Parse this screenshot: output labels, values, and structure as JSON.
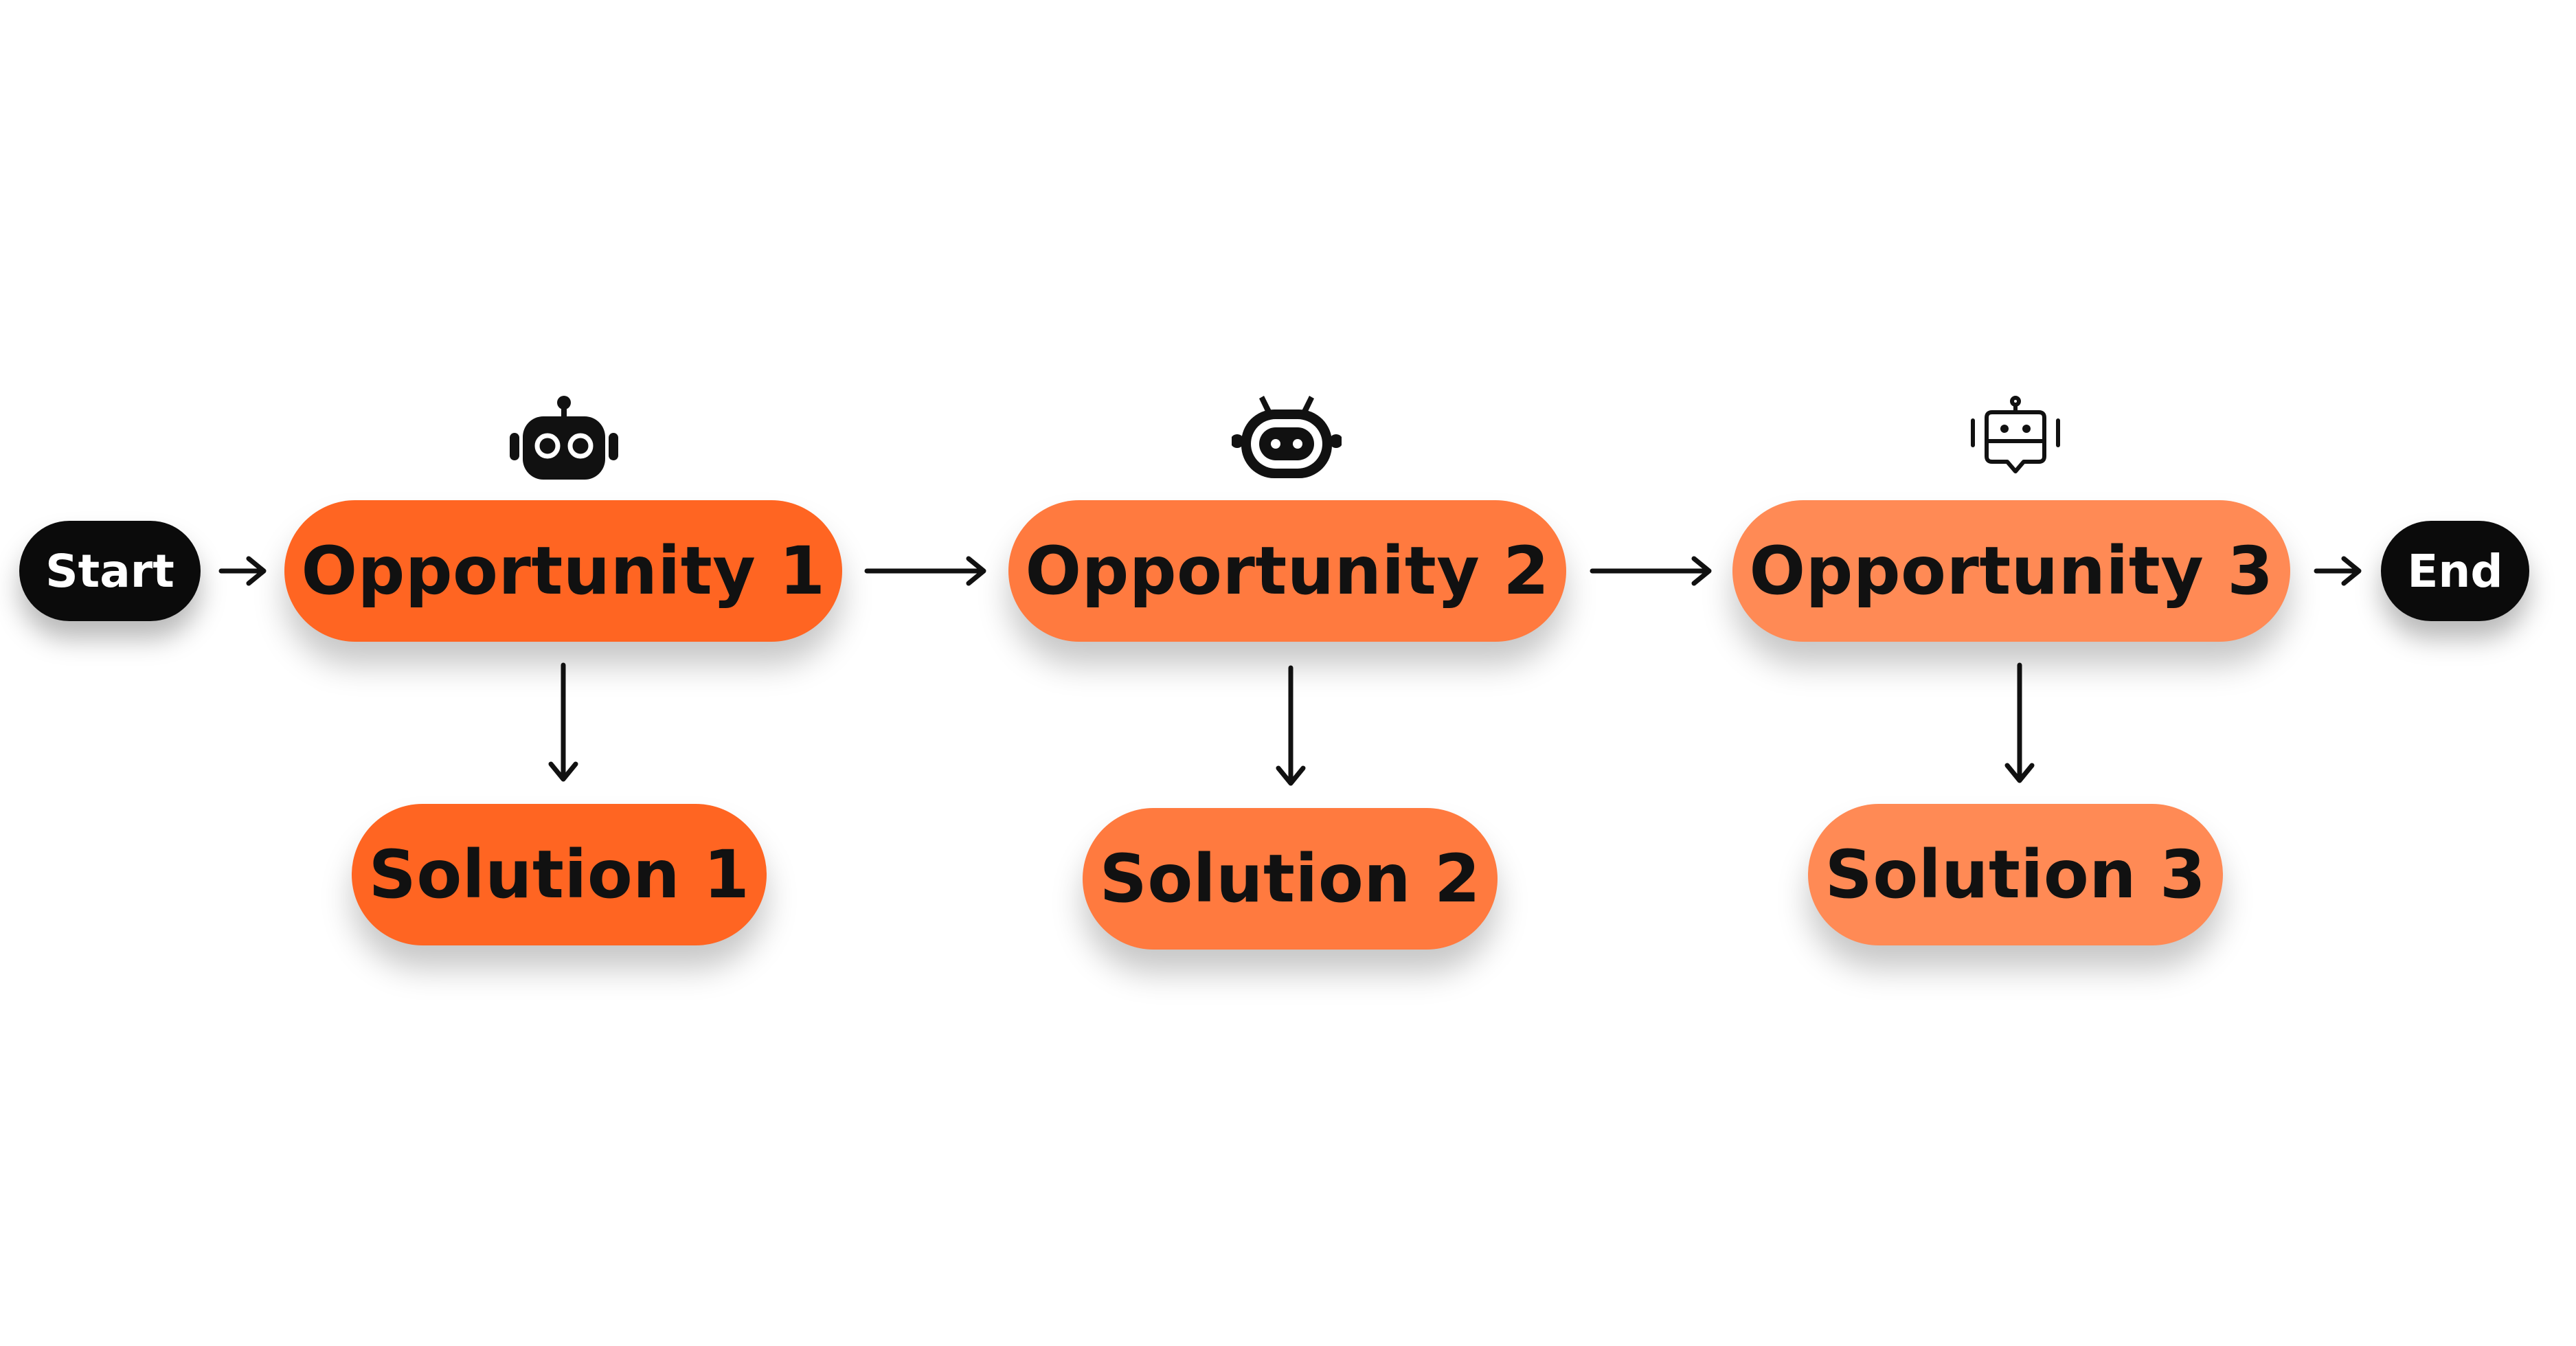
{
  "flow": {
    "start_label": "Start",
    "end_label": "End",
    "opportunities": [
      {
        "label": "Opportunity 1",
        "icon": "robot-head-icon",
        "solution": "Solution 1"
      },
      {
        "label": "Opportunity 2",
        "icon": "robot-face-antennas-icon",
        "solution": "Solution 2"
      },
      {
        "label": "Opportunity 3",
        "icon": "chatbot-outline-icon",
        "solution": "Solution 3"
      }
    ]
  },
  "colors": {
    "opportunity_1": "#FF6522",
    "opportunity_2": "#FF7A3F",
    "opportunity_3": "#FF8A55",
    "terminal": "#0B0B0B",
    "arrow": "#111111"
  }
}
